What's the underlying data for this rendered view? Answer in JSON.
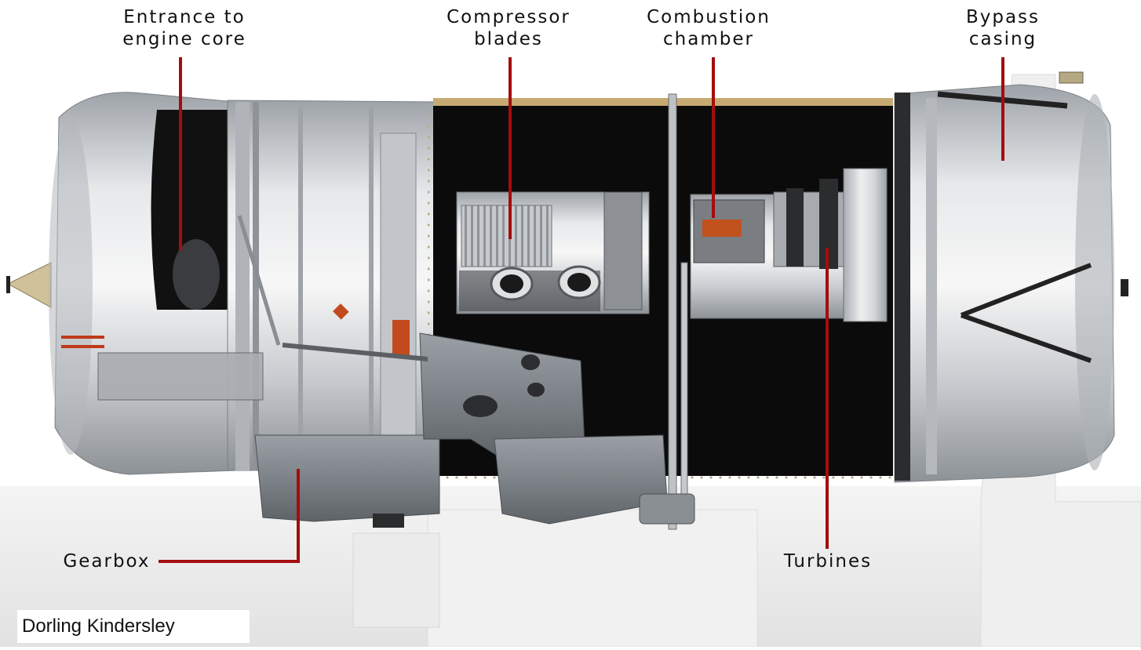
{
  "labels": {
    "entrance": [
      "Entrance to",
      "engine core"
    ],
    "compressor": [
      "Compressor",
      "blades"
    ],
    "combustion": [
      "Combustion",
      "chamber"
    ],
    "bypass": [
      "Bypass",
      "casing"
    ],
    "gearbox": "Gearbox",
    "turbines": "Turbines"
  },
  "credit": "Dorling Kindersley",
  "colors": {
    "leader": "#a30d0d",
    "metal": "#c9ccd0",
    "core": "#0b0b0b"
  }
}
